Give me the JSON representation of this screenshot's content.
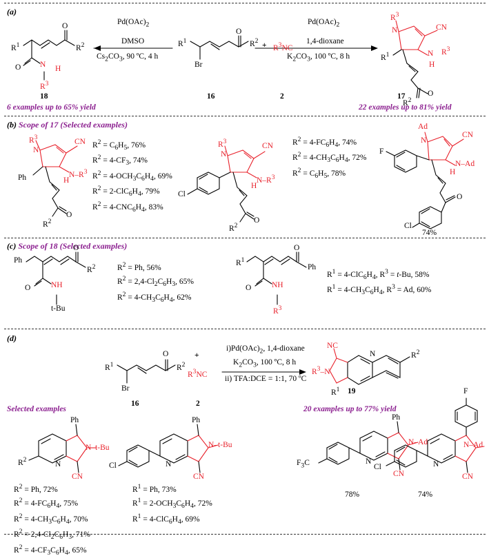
{
  "sections": {
    "a": {
      "tag": "(a)",
      "left_reagents": [
        "Pd(OAc)2",
        "DMSO",
        "Cs2CO3, 90 ºC, 4 h"
      ],
      "right_reagents": [
        "Pd(OAc)2",
        "1,4-dioxane",
        "K2CO3, 100 ºC, 8 h"
      ],
      "compounds": {
        "left": "18",
        "mid": "16",
        "reagent": "2",
        "right": "17"
      },
      "plus": "+",
      "isocyanide": "R3NC",
      "left_yield": "6 examples up to 65% yield",
      "right_yield": "22 examples up to 81% yield"
    },
    "b": {
      "tag": "(b)",
      "title": "Scope of 17 (Selected examples)",
      "list1": [
        "R2 = C6H5, 76%",
        "R2 = 4-CF3, 74%",
        "R2 = 4-OCH3C6H4, 69%",
        "R2 = 2-ClC6H4, 79%",
        "R2 = 4-CNC6H4, 83%"
      ],
      "list2": [
        "R2 = 4-FC6H4, 74%",
        "R2 = 4-CH3C6H4, 72%",
        "R2 = C6H5, 78%"
      ],
      "adamantyl_yield": "74%"
    },
    "c": {
      "tag": "(c)",
      "title": "Scope of 18 (Selected examples)",
      "list1": [
        "R2 = Ph, 56%",
        "R2 = 2,4-Cl2C6H3, 65%",
        "R2 = 4-CH3C6H4, 62%"
      ],
      "list2": [
        "R1 = 4-ClC6H4, R3 = t-Bu, 58%",
        "R1 = 4-CH3C6H4, R3 = Ad, 60%"
      ]
    },
    "d": {
      "tag": "(d)",
      "reagents": [
        "i)Pd(OAc)2, 1,4-dioxane",
        "K2CO3, 100 ºC, 8 h",
        "ii) TFA:DCE = 1:1, 70 ºC"
      ],
      "compounds": {
        "sm": "16",
        "reagent": "2",
        "product": "19"
      },
      "selected": "Selected examples",
      "yield": "20 examples up to 77% yield",
      "list1": [
        "R2 = Ph, 72%",
        "R2 = 4-FC6H4, 75%",
        "R2 = 4-CH3C6H4, 70%",
        "R2 = 2,4-Cl2C6H3, 71%",
        "R2 = 4-CF3C6H4, 65%"
      ],
      "list2": [
        "R1 = Ph, 73%",
        "R1 = 2-OCH3C6H4, 72%",
        "R1 = 4-ClC6H4, 69%"
      ],
      "yield3": "78%",
      "yield4": "74%"
    }
  }
}
